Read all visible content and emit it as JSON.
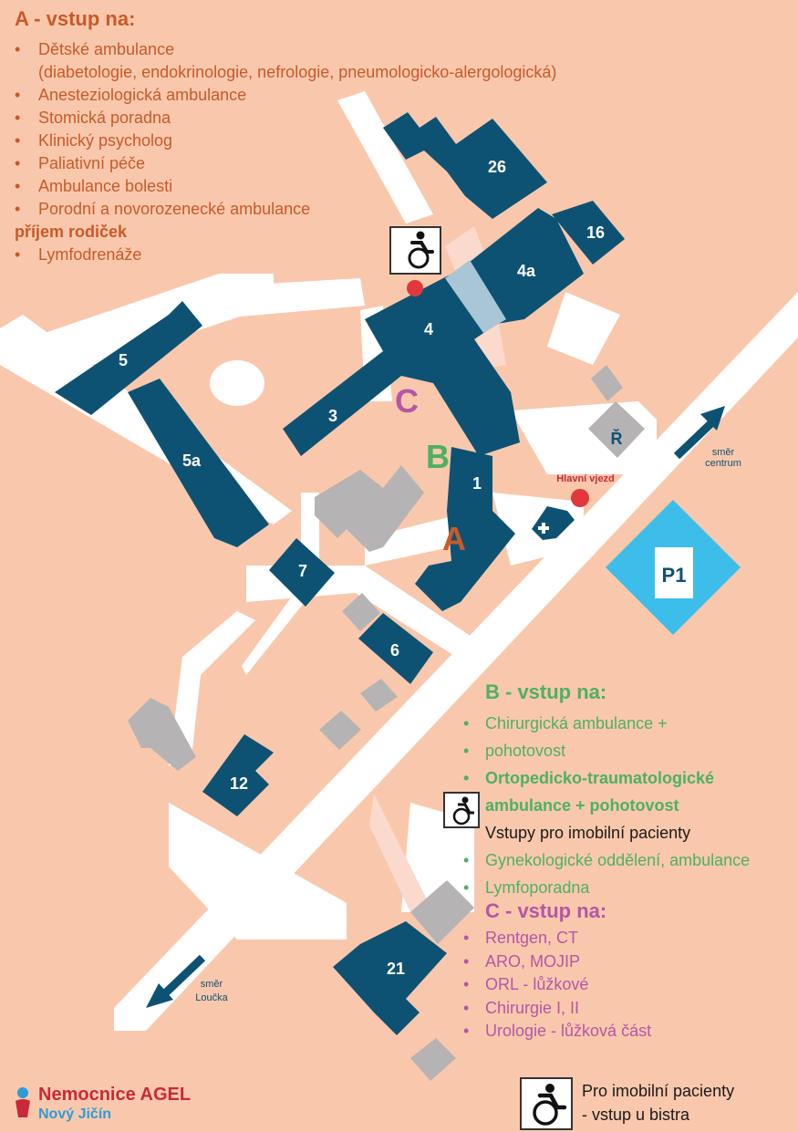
{
  "panel_a": {
    "title": "A - vstup na:",
    "items": [
      "Dětské ambulance",
      "Anesteziologická ambulance",
      "Stomická poradna",
      "Klinický psycholog",
      "Paliativní péče",
      "Ambulance bolesti",
      "Porodní a novorozenecké ambulance",
      "Lymfodrenáže"
    ],
    "sub_first": "(diabetologie, endokrinologie, nefrologie, pneumologicko-alergologická)",
    "sub_porod": "příjem rodiček"
  },
  "panel_b": {
    "title": "B - vstup na:",
    "items": [
      "Chirurgická ambulance +",
      "pohotovost",
      "Ortopedicko-traumatologické",
      "ambulance + pohotovost"
    ],
    "wheelchair_note": "Vstupy pro imobilní pacienty",
    "items2": [
      "Gynekologické oddělení, ambulance",
      "Lymfoporadna"
    ]
  },
  "panel_c": {
    "title": "C - vstup na:",
    "items": [
      "Rentgen, CT",
      "ARO, MOJIP",
      "ORL - lůžkové",
      "Chirurgie I, II",
      "Urologie - lůžková část"
    ]
  },
  "map": {
    "buildings": [
      "26",
      "16",
      "4a",
      "4",
      "5",
      "3",
      "5a",
      "1",
      "7",
      "6",
      "12",
      "21"
    ],
    "entrances": {
      "a": "A",
      "b": "B",
      "c": "C"
    },
    "parking": "P1",
    "r_label": "Ř",
    "main_entrance": "Hlavní vjezd",
    "dir_centrum_1": "směr",
    "dir_centrum_2": "centrum",
    "dir_loucka_1": "směr",
    "dir_loucka_2": "Loučka"
  },
  "logo": {
    "name": "Nemocnice AGEL",
    "city": "Nový Jičín"
  },
  "legend": {
    "line1": "Pro imobilní pacienty",
    "line2": "- vstup u bistra"
  },
  "colors": {
    "background": "#f9c8ac",
    "building": "#0e5273",
    "road": "#ffffff",
    "gray": "#b5b3b4",
    "parking": "#3dbde9",
    "a": "#c85a2a",
    "b": "#4db161",
    "c": "#b556a7",
    "marker": "#e0383c"
  }
}
